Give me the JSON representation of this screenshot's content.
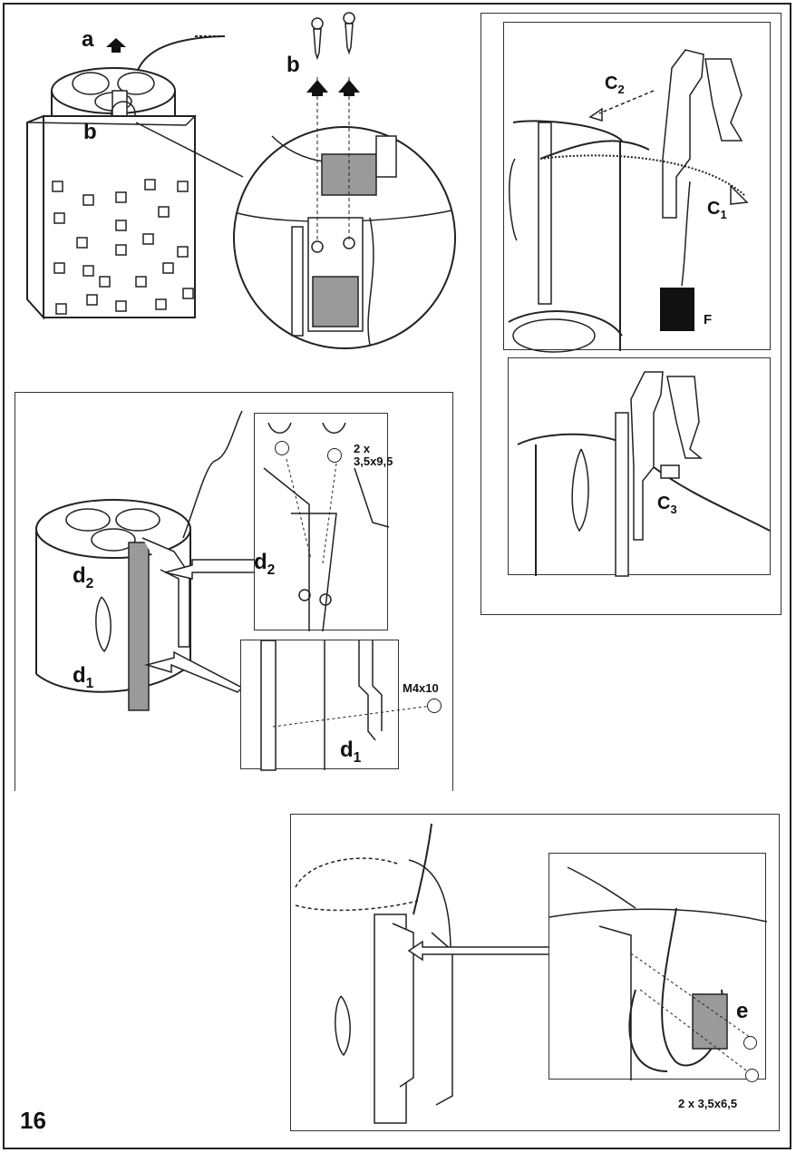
{
  "page_number": "16",
  "labels": {
    "a": "a",
    "b_top": "b",
    "b_left": "b",
    "c1": "C1",
    "c2": "C2",
    "c3": "C3",
    "f": "F",
    "d1_main": "d1",
    "d2_main": "d2",
    "d2_detail": "d2",
    "d1_detail": "d1",
    "screw_d2": "2 x\n3,5x9,5",
    "screw_d1": "M4x10",
    "e": "e",
    "screw_e": "2 x 3,5x6,5"
  },
  "colors": {
    "line": "#222222",
    "fill_gray": "#9a9a9a",
    "dark": "#111111"
  }
}
